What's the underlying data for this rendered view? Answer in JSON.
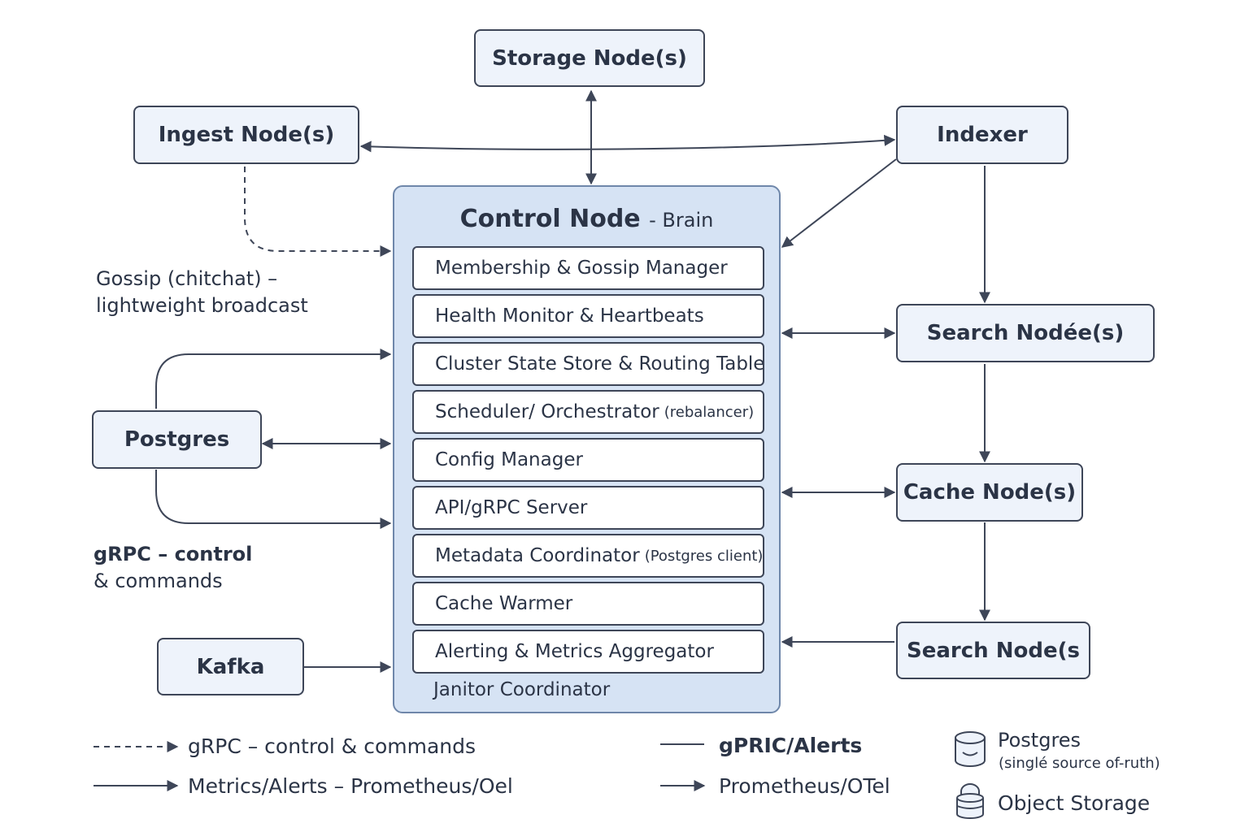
{
  "nodes": {
    "storage": "Storage Node(s)",
    "ingest": "Ingest Node(s)",
    "indexer": "Indexer",
    "search_1": "Search Nodée(s)",
    "cache": "Cache Node(s)",
    "search_2": "Search Node(s",
    "postgres": "Postgres",
    "kafka": "Kafka"
  },
  "control_node": {
    "title": "Control Node",
    "subtitle": "- Brain",
    "modules": [
      {
        "label": "Membership & Gossip Manager",
        "note": ""
      },
      {
        "label": "Health Monitor & Heartbeats",
        "note": ""
      },
      {
        "label": "Cluster State Store & Routing Table",
        "note": ""
      },
      {
        "label": "Scheduler/ Orchestrator",
        "note": "(rebalancer)"
      },
      {
        "label": "Config Manager",
        "note": ""
      },
      {
        "label": "API/gRPC Server",
        "note": ""
      },
      {
        "label": "Metadata Coordinator",
        "note": "(Postgres client)"
      },
      {
        "label": "Cache Warmer",
        "note": ""
      },
      {
        "label": "Alerting & Metrics Aggregator",
        "note": ""
      }
    ],
    "footer": "Janitor Coordinator"
  },
  "annotations": {
    "gossip_line1": "Gossip (chitchat) –",
    "gossip_line2": "lightweight broadcast",
    "grpc_line1": "gRPC – control",
    "grpc_line2": "& commands"
  },
  "legend": {
    "dashed": "gRPC – control & commands",
    "solid_arrow": "Metrics/Alerts – Prometheus/Oel",
    "plain_line": "gPRIC/Alerts",
    "short_arrow": "Prometheus/OTel",
    "db_title": "Postgres",
    "db_note": "(singlé source of-ruth)",
    "object_storage": "Object Storage"
  },
  "colors": {
    "line": "#3e4658",
    "node_fill": "#eef3fb",
    "control_fill": "#d6e3f4",
    "control_border": "#6f87aa"
  }
}
